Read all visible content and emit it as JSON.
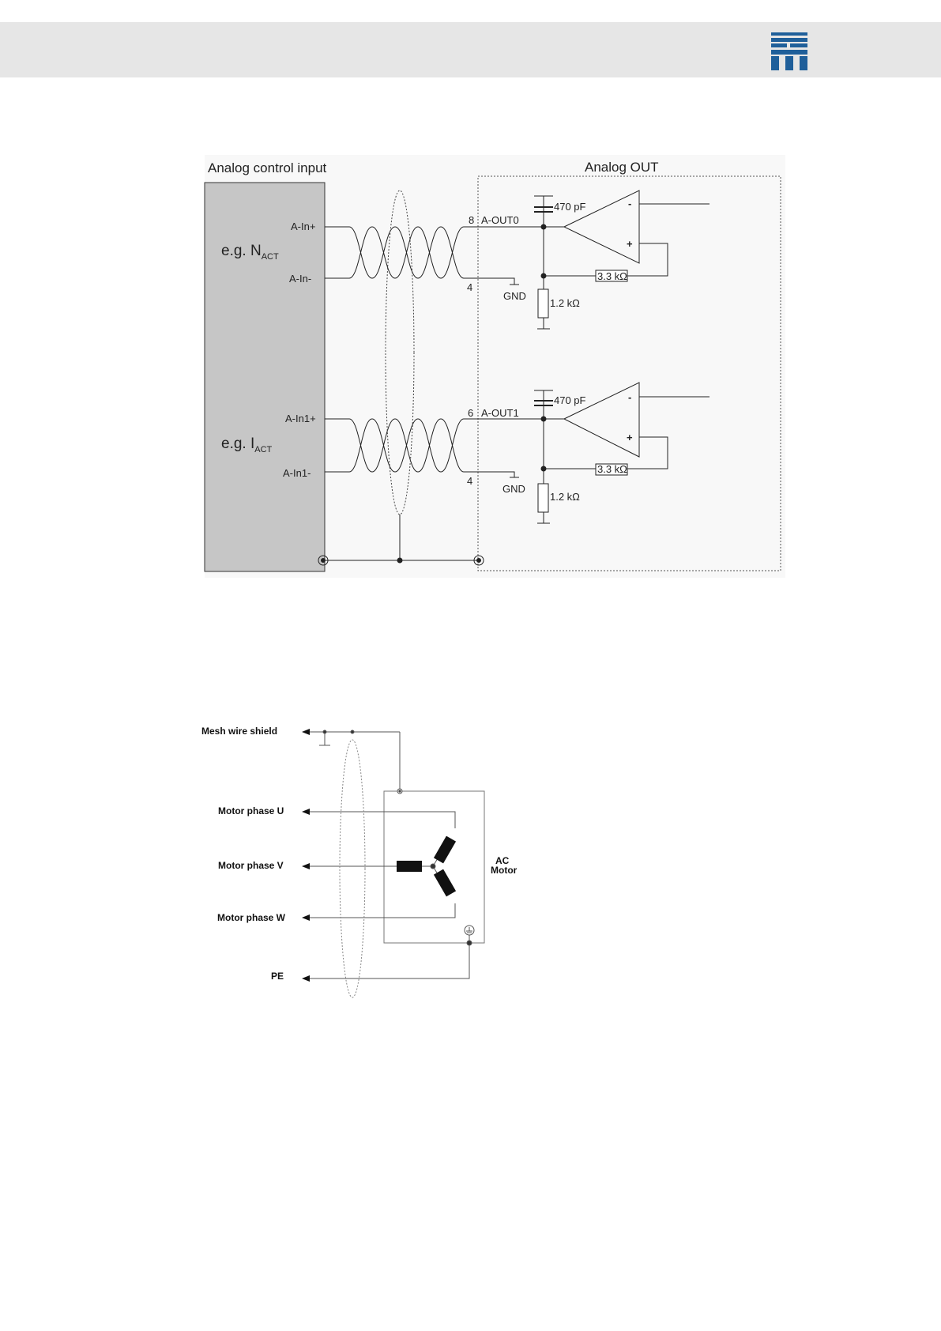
{
  "header": {
    "logo_icon": "company-logo"
  },
  "diagram1": {
    "left_title": "Analog control input",
    "right_title": "Analog OUT",
    "ch0": {
      "example_main": "e.g. N",
      "example_sub": "ACT",
      "in_plus": "A-In+",
      "in_minus": "A-In-",
      "pin_sig": "8",
      "pin_gnd": "4",
      "out": "A-OUT0",
      "gnd": "GND",
      "cap": "470 pF",
      "r_fb": "3.3 kΩ",
      "r_gnd": "1.2 kΩ",
      "op_minus": "-",
      "op_plus": "+"
    },
    "ch1": {
      "example_main": "e.g. I",
      "example_sub": "ACT",
      "in_plus": "A-In1+",
      "in_minus": "A-In1-",
      "pin_sig": "6",
      "pin_gnd": "4",
      "out": "A-OUT1",
      "gnd": "GND",
      "cap": "470 pF",
      "r_fb": "3.3 kΩ",
      "r_gnd": "1.2 kΩ",
      "op_minus": "-",
      "op_plus": "+"
    }
  },
  "diagram2": {
    "shield": "Mesh wire shield",
    "phase_u": "Motor phase U",
    "phase_v": "Motor phase V",
    "phase_w": "Motor phase W",
    "pe": "PE",
    "motor_line1": "AC",
    "motor_line2": "Motor"
  }
}
